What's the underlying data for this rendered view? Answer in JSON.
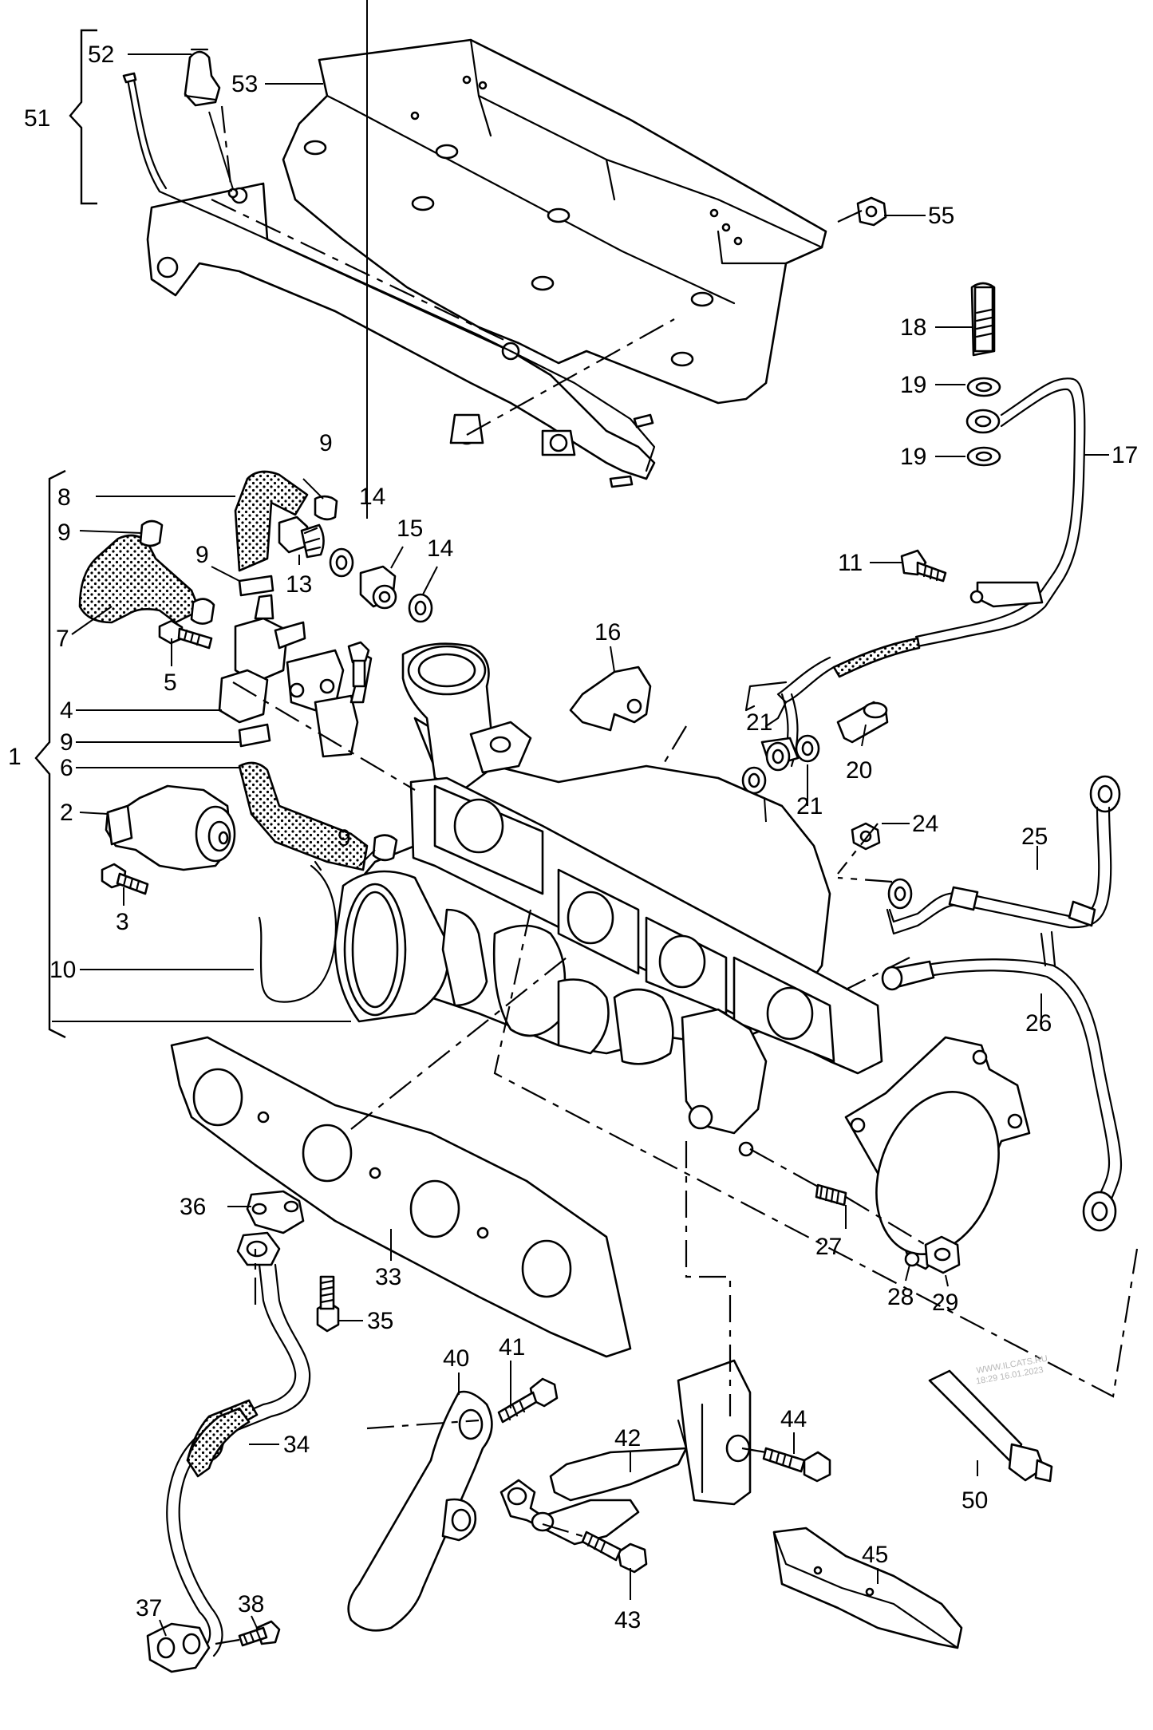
{
  "labels": [
    {
      "id": "label-1",
      "text": "1"
    },
    {
      "id": "label-2",
      "text": "2"
    },
    {
      "id": "label-3",
      "text": "3"
    },
    {
      "id": "label-4",
      "text": "4"
    },
    {
      "id": "label-5",
      "text": "5"
    },
    {
      "id": "label-6",
      "text": "6"
    },
    {
      "id": "label-7",
      "text": "7"
    },
    {
      "id": "label-8",
      "text": "8"
    },
    {
      "id": "label-9a",
      "text": "9"
    },
    {
      "id": "label-9b",
      "text": "9"
    },
    {
      "id": "label-9c",
      "text": "9"
    },
    {
      "id": "label-9d",
      "text": "9"
    },
    {
      "id": "label-9e",
      "text": "9"
    },
    {
      "id": "label-10",
      "text": "10"
    },
    {
      "id": "label-11",
      "text": "11"
    },
    {
      "id": "label-13",
      "text": "13"
    },
    {
      "id": "label-14a",
      "text": "14"
    },
    {
      "id": "label-14b",
      "text": "14"
    },
    {
      "id": "label-15",
      "text": "15"
    },
    {
      "id": "label-16",
      "text": "16"
    },
    {
      "id": "label-17",
      "text": "17"
    },
    {
      "id": "label-18",
      "text": "18"
    },
    {
      "id": "label-19a",
      "text": "19"
    },
    {
      "id": "label-19b",
      "text": "19"
    },
    {
      "id": "label-20",
      "text": "20"
    },
    {
      "id": "label-21a",
      "text": "21"
    },
    {
      "id": "label-21b",
      "text": "21"
    },
    {
      "id": "label-24",
      "text": "24"
    },
    {
      "id": "label-25",
      "text": "25"
    },
    {
      "id": "label-26",
      "text": "26"
    },
    {
      "id": "label-27",
      "text": "27"
    },
    {
      "id": "label-28",
      "text": "28"
    },
    {
      "id": "label-29",
      "text": "29"
    },
    {
      "id": "label-33",
      "text": "33"
    },
    {
      "id": "label-34",
      "text": "34"
    },
    {
      "id": "label-35",
      "text": "35"
    },
    {
      "id": "label-36",
      "text": "36"
    },
    {
      "id": "label-37",
      "text": "37"
    },
    {
      "id": "label-38",
      "text": "38"
    },
    {
      "id": "label-40",
      "text": "40"
    },
    {
      "id": "label-41",
      "text": "41"
    },
    {
      "id": "label-42",
      "text": "42"
    },
    {
      "id": "label-43",
      "text": "43"
    },
    {
      "id": "label-44",
      "text": "44"
    },
    {
      "id": "label-45",
      "text": "45"
    },
    {
      "id": "label-50",
      "text": "50"
    },
    {
      "id": "label-51",
      "text": "51"
    },
    {
      "id": "label-52",
      "text": "52"
    },
    {
      "id": "label-53",
      "text": "53"
    },
    {
      "id": "label-55",
      "text": "55"
    }
  ],
  "watermark": {
    "line1": "WWW.ILCATS.RU",
    "line2": "18:29 16.01.2023"
  }
}
